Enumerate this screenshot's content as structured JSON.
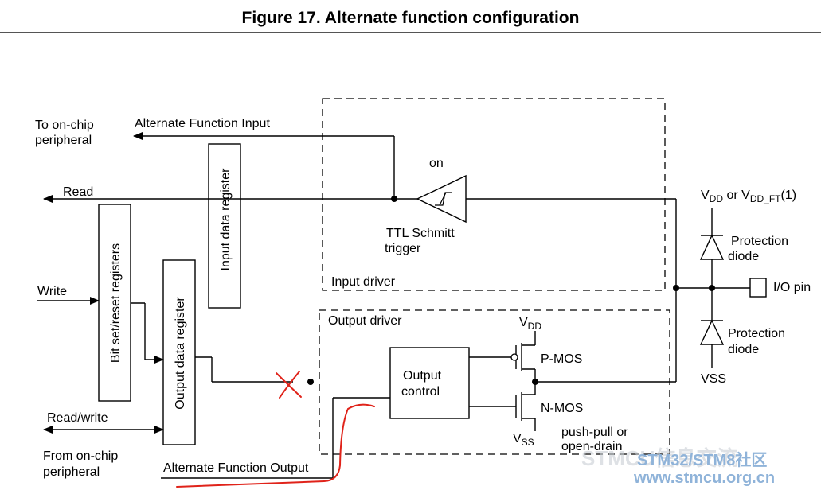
{
  "title": "Figure 17. Alternate function configuration",
  "labels": {
    "to_onchip_1": "To on-chip",
    "to_onchip_2": "peripheral",
    "alt_func_input": "Alternate Function Input",
    "read": "Read",
    "write": "Write",
    "read_write": "Read/write",
    "from_onchip_1": "From on-chip",
    "from_onchip_2": "peripheral",
    "alt_func_output": "Alternate Function Output",
    "input_data_register": "Input data register",
    "bit_setreset_registers": "Bit set/reset registers",
    "output_data_register": "Output data register",
    "on": "on",
    "ttl_1": "TTL Schmitt",
    "ttl_2": "trigger",
    "input_driver": "Input driver",
    "output_driver": "Output driver",
    "output_control_1": "Output",
    "output_control_2": "control",
    "vdd_main": "V",
    "vdd_sub": "DD",
    "pmos": "P-MOS",
    "nmos": "N-MOS",
    "vss_main": "V",
    "vss_sub": "SS",
    "push_pull_1": "push-pull or",
    "push_pull_2": "open-drain",
    "vddft_v1": "V",
    "vddft_dd": "DD",
    "vddft_or": " or V",
    "vddft_ddft": "DD_FT",
    "vddft_note": "(1)",
    "protection_1": "Protection",
    "diode_1": "diode",
    "protection_2": "Protection",
    "diode_2": "diode",
    "vss_bottom": "VSS",
    "io_pin": "I/O pin"
  },
  "watermark": {
    "line1": "STM32/STM8社区",
    "line2": "www.stmcu.org.cn",
    "ghost": "STMCU信息交流"
  },
  "colors": {
    "annotation_red": "#e0231a",
    "watermark_blue": "#8fb3d9"
  }
}
